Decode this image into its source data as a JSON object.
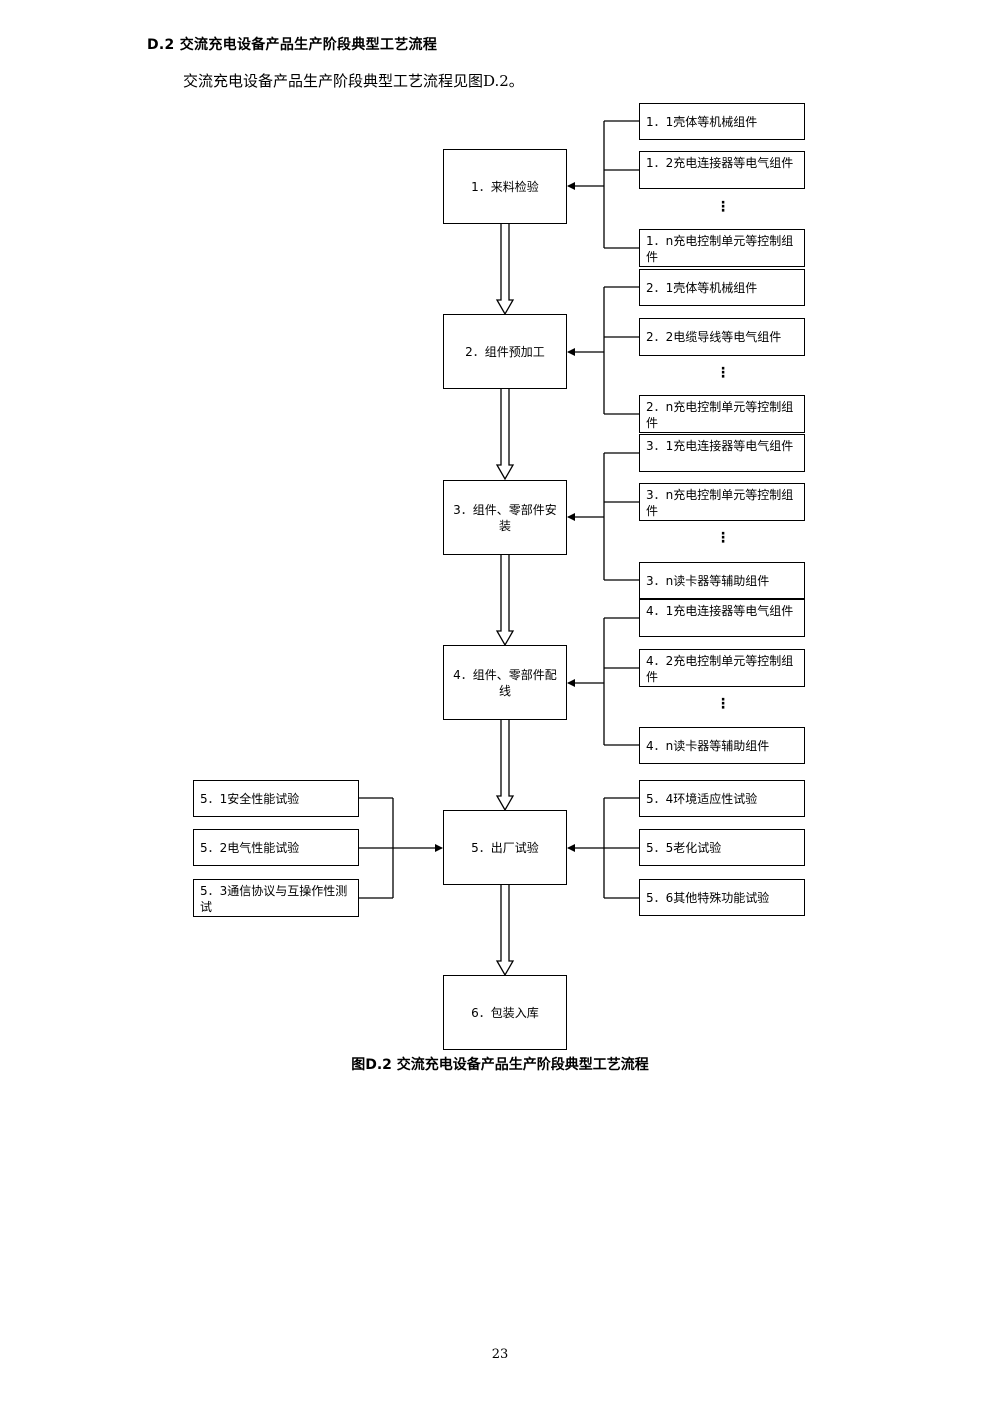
{
  "heading": "D.2 交流充电设备产品生产阶段典型工艺流程",
  "intro": "交流充电设备产品生产阶段典型工艺流程见图D.2。",
  "steps": [
    "1．来料检验",
    "2．组件预加工",
    "3．组件、零部件安装",
    "4．组件、零部件配线",
    "5．出厂试验",
    "6．包装入库"
  ],
  "inputs": {
    "s1": [
      "1．1壳体等机械组件",
      "1．2充电连接器等电气组件",
      "1．n充电控制单元等控制组件"
    ],
    "s2": [
      "2．1壳体等机械组件",
      "2．2电缆导线等电气组件",
      "2．n充电控制单元等控制组件"
    ],
    "s3": [
      "3．1充电连接器等电气组件",
      "3．n充电控制单元等控制组件",
      "3．n读卡器等辅助组件"
    ],
    "s4": [
      "4．1充电连接器等电气组件",
      "4．2充电控制单元等控制组件",
      "4．n读卡器等辅助组件"
    ],
    "s5_left": [
      "5．1安全性能试验",
      "5．2电气性能试验",
      "5．3通信协议与互操作性测试"
    ],
    "s5_right": [
      "5．4环境适应性试验",
      "5．5老化试验",
      "5．6其他特殊功能试验"
    ]
  },
  "ellipsis": "⋮",
  "caption": "图D.2 交流充电设备产品生产阶段典型工艺流程",
  "page_number": "23"
}
